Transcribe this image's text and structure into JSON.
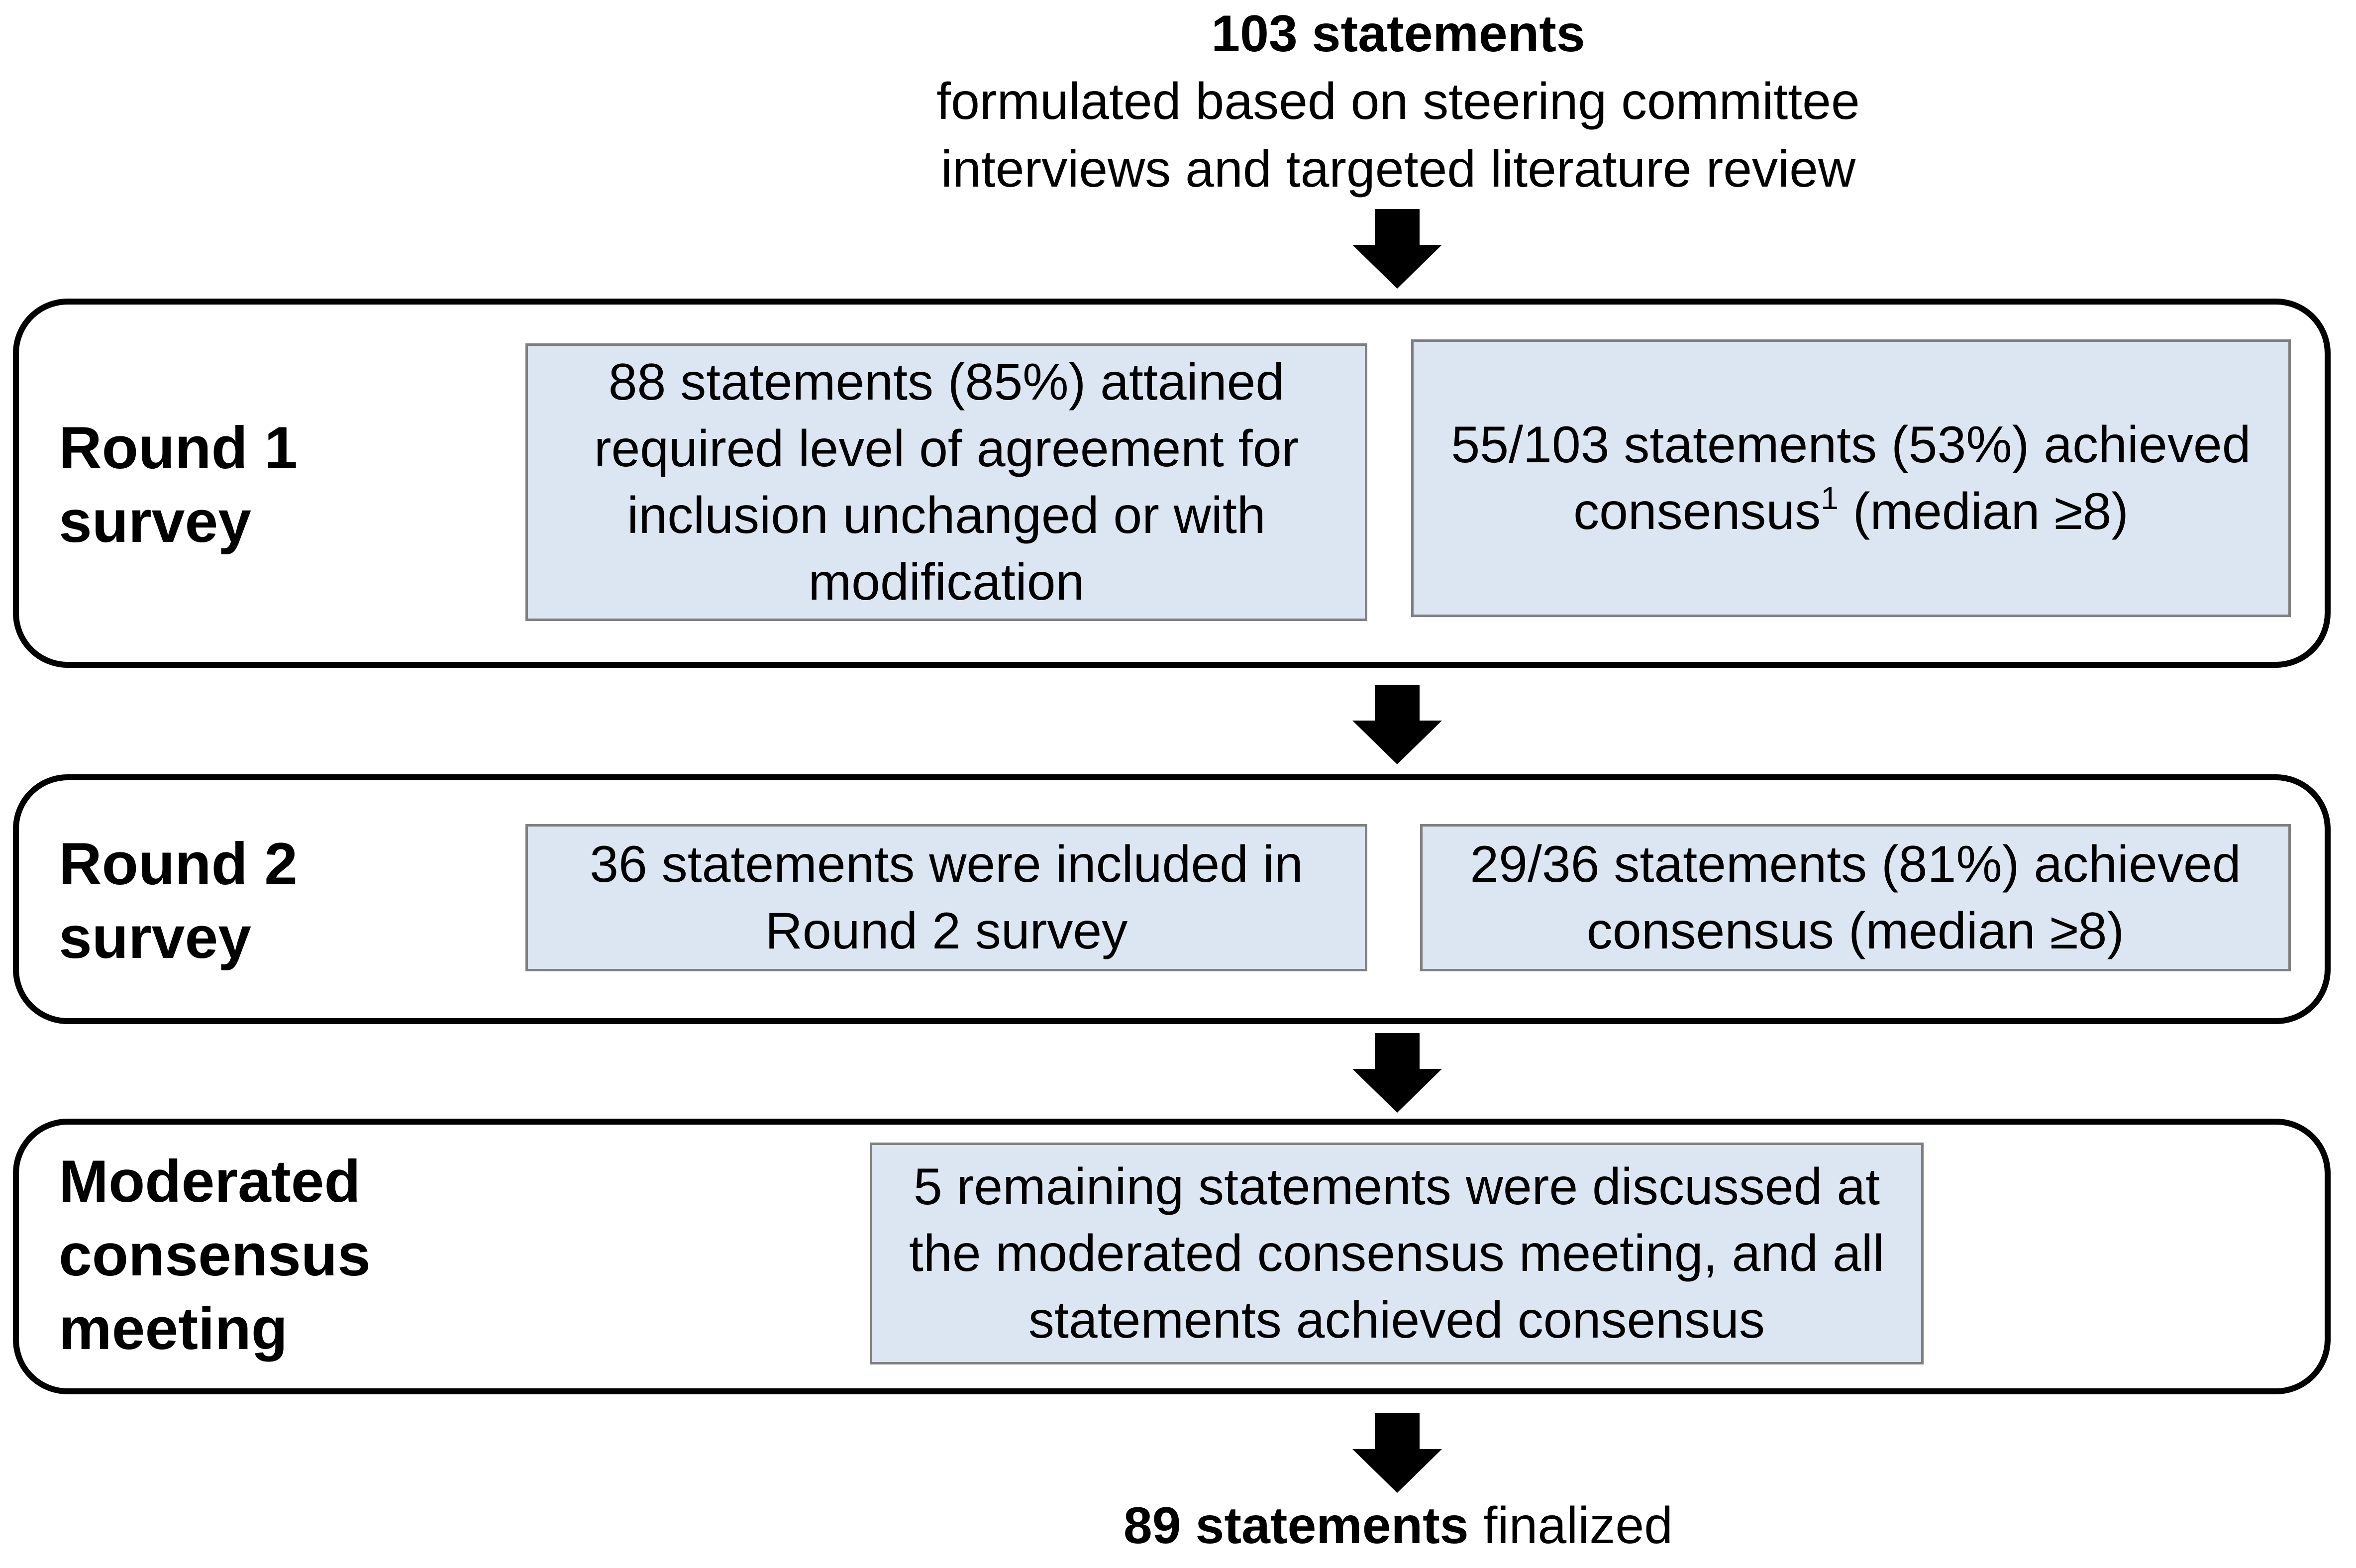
{
  "header": {
    "count_bold": "103 statements",
    "line1": "formulated based on steering committee",
    "line2": "interviews and targeted literature review"
  },
  "round1": {
    "label_line1": "Round 1",
    "label_line2": "survey",
    "left_box": "88 statements (85%) attained required level of agreement for inclusion unchanged or with modification",
    "right_box_pre": "55/103 statements (53%) achieved consensus",
    "right_box_sup": "1",
    "right_box_post": " (median ≥8)"
  },
  "round2": {
    "label_line1": "Round 2",
    "label_line2": "survey",
    "left_box": "36 statements were included in Round 2 survey",
    "right_box": "29/36 statements (81%) achieved consensus (median ≥8)"
  },
  "meeting": {
    "label_line1": "Moderated",
    "label_line2": "consensus",
    "label_line3": "meeting",
    "box": "5 remaining statements were discussed at the moderated consensus meeting, and all statements achieved consensus"
  },
  "footer": {
    "count_bold": "89 statements",
    "rest": " finalized"
  }
}
